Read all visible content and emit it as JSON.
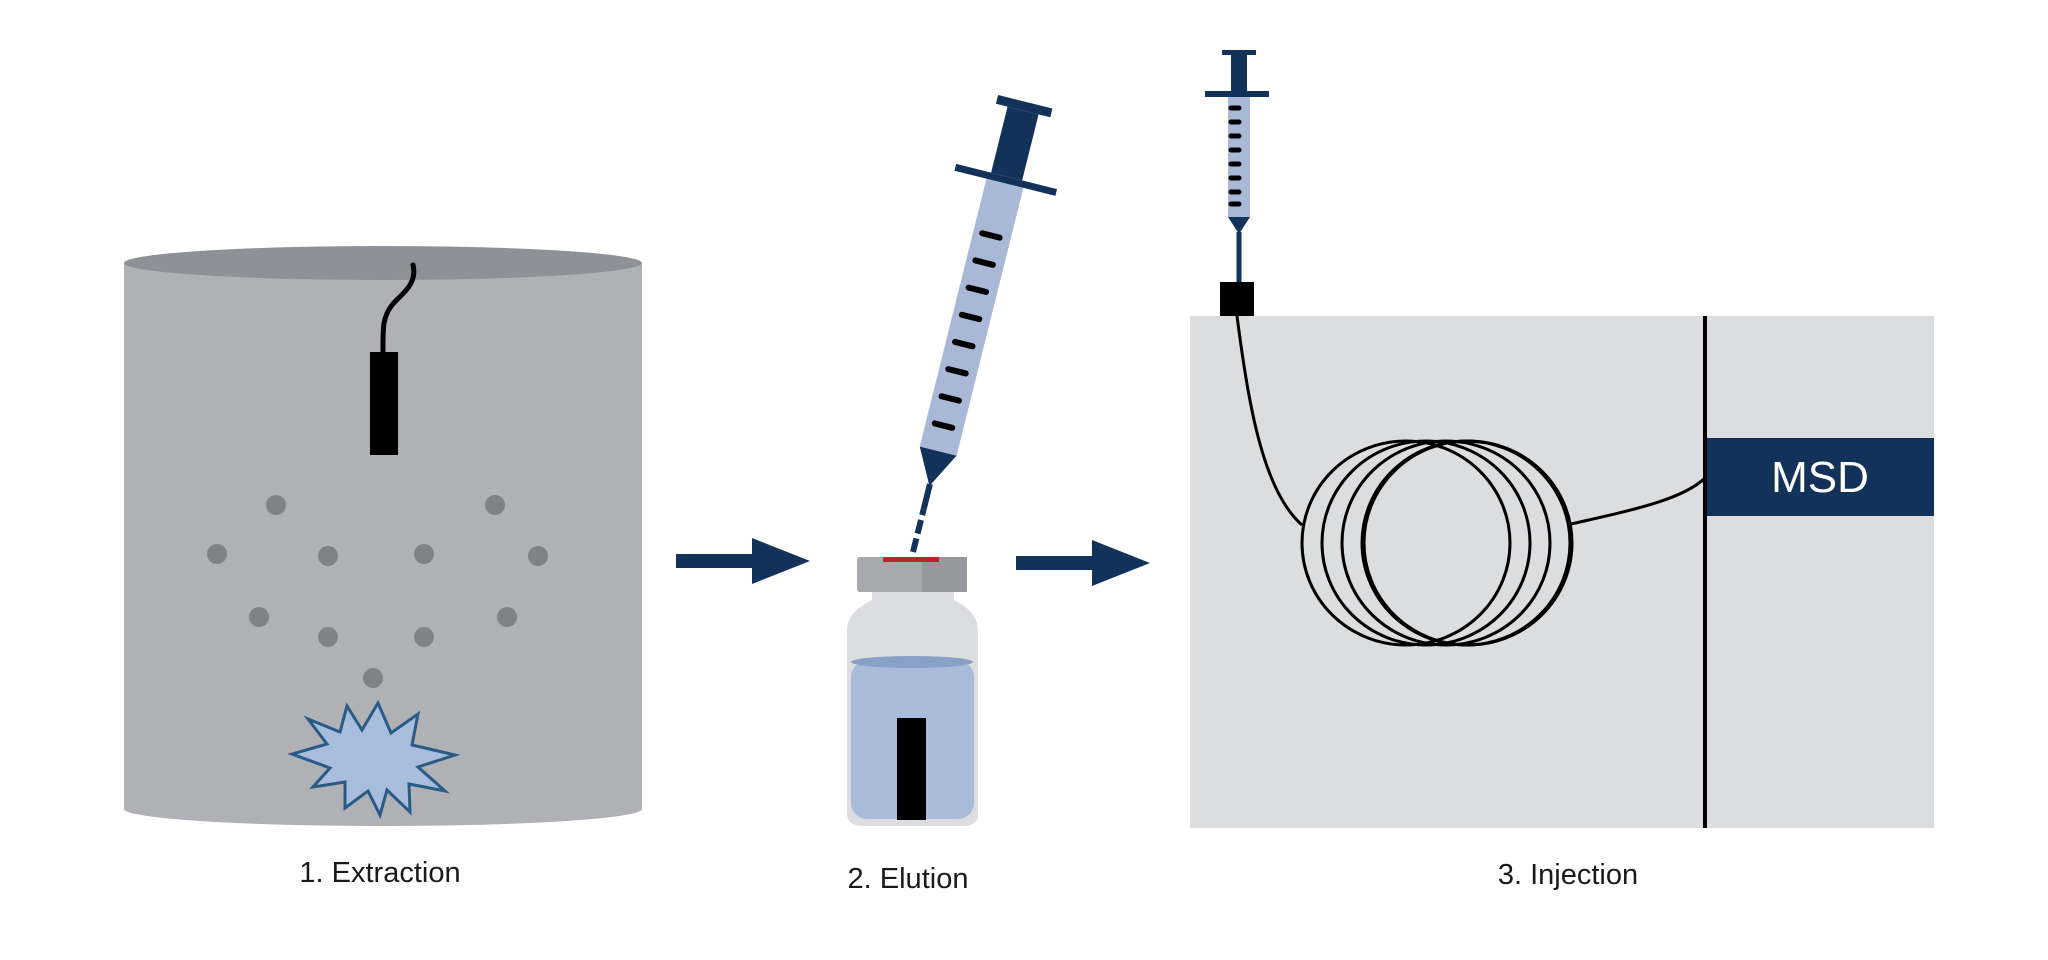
{
  "steps": [
    {
      "id": "extraction",
      "label": "1. Extraction"
    },
    {
      "id": "elution",
      "label": "2. Elution"
    },
    {
      "id": "injection",
      "label": "3. Injection"
    }
  ],
  "detector": {
    "label": "MSD"
  },
  "colors": {
    "navy": "#12325a",
    "syringe_barrel": "#a8b8d6",
    "tank_body": "#b0b1b5",
    "tank_top": "#8e9296",
    "particle": "#808386",
    "burst_fill": "#a8bcdc",
    "burst_stroke": "#2a5a86",
    "vial_glass": "#dcdde0",
    "liquid": "#a9bbd9",
    "cap": "#a7a9ac",
    "septum": "#c4202a",
    "instrument_bg": "#dcdddf",
    "fiber": "#000000"
  }
}
